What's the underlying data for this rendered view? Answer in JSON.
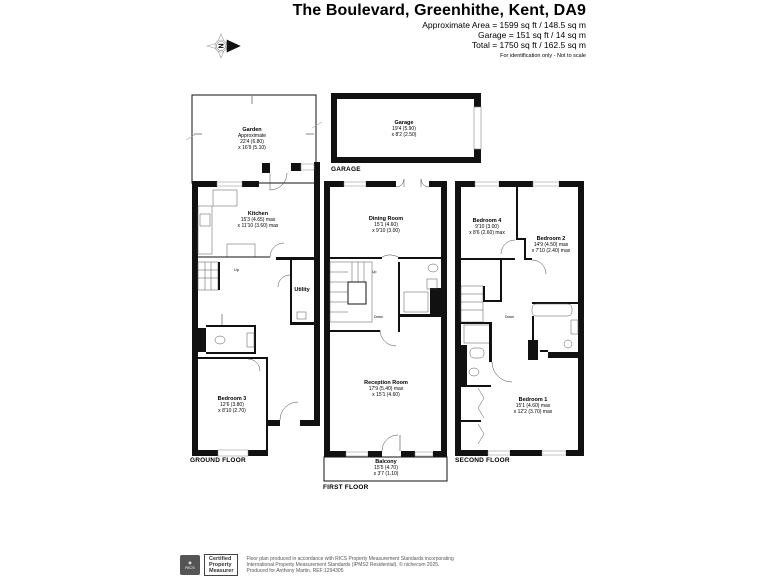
{
  "header": {
    "title": "The Boulevard, Greenhithe, Kent, DA9",
    "area_lines": [
      "Approximate Area = 1599 sq ft / 148.5 sq m",
      "Garage = 151 sq ft / 14 sq m",
      "Total = 1750 sq ft / 162.5 sq m"
    ],
    "note": "For identification only - Not to scale"
  },
  "compass": {
    "icon": "north-compass-icon",
    "letter": "N"
  },
  "floors": {
    "ground": {
      "label": "GROUND FLOOR",
      "rooms": [
        {
          "name": "Garden",
          "dims": [
            "Approximate",
            "22'4 (6.80)",
            "x 16'9 (5.10)"
          ]
        },
        {
          "name": "Kitchen",
          "dims": [
            "15'3 (4.65) max",
            "x 11'10 (3.60) max"
          ]
        },
        {
          "name": "Utility",
          "dims": []
        },
        {
          "name": "Bedroom 3",
          "dims": [
            "12'6 (3.80)",
            "x 8'10 (2.70)"
          ]
        }
      ],
      "stair_label": "Up"
    },
    "garage": {
      "label": "GARAGE",
      "rooms": [
        {
          "name": "Garage",
          "dims": [
            "19'4 (5.90)",
            "x 8'2 (2.50)"
          ]
        }
      ]
    },
    "first": {
      "label": "FIRST FLOOR",
      "rooms": [
        {
          "name": "Dining Room",
          "dims": [
            "15'1 (4.60)",
            "x 9'10 (3.00)"
          ]
        },
        {
          "name": "Reception Room",
          "dims": [
            "17'9 (5.40) max",
            "x 15'1 (4.60)"
          ]
        },
        {
          "name": "Balcony",
          "dims": [
            "15'5 (4.70)",
            "x 3'7 (1.10)"
          ]
        }
      ],
      "stair_up": "Up",
      "stair_down": "Down"
    },
    "second": {
      "label": "SECOND FLOOR",
      "rooms": [
        {
          "name": "Bedroom 4",
          "dims": [
            "9'10 (3.00)",
            "x 8'6 (2.60) max"
          ]
        },
        {
          "name": "Bedroom 2",
          "dims": [
            "14'9 (4.50) max",
            "x 7'10 (2.40) max"
          ]
        },
        {
          "name": "Bedroom 1",
          "dims": [
            "15'1 (4.60) max",
            "x 12'2 (3.70) max"
          ]
        }
      ],
      "stair_down": "Down"
    }
  },
  "footer": {
    "badge_org": "RICS",
    "badge_cert": [
      "Certified",
      "Property",
      "Measurer"
    ],
    "text": [
      "Floor plan produced in accordance with RICS Property Measurement Standards incorporating",
      "International Property Measurement Standards (IPMS2 Residential). © nichecom 2025.",
      "Produced for Anthony Martin.   REF:1294305"
    ]
  }
}
